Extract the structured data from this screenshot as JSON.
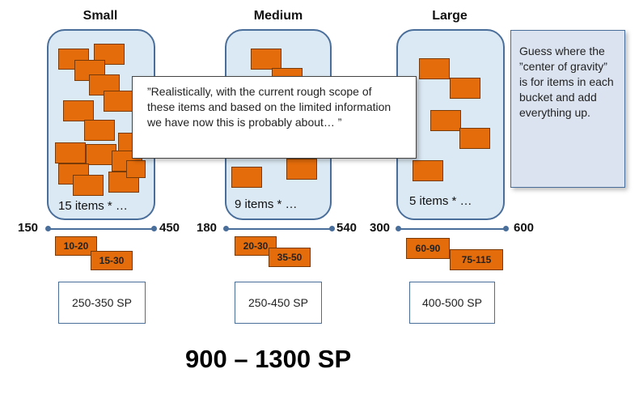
{
  "buckets": [
    {
      "title": "Small",
      "count_text": "15 items * …",
      "axis_min": "150",
      "axis_max": "450",
      "ranges": [
        "10-20",
        "15-30"
      ],
      "sp": "250-350 SP"
    },
    {
      "title": "Medium",
      "count_text": "9 items * …",
      "axis_min": "180",
      "axis_max": "540",
      "ranges": [
        "20-30",
        "35-50"
      ],
      "sp": "250-450 SP"
    },
    {
      "title": "Large",
      "count_text": "5 items * …",
      "axis_min": "300",
      "axis_max": "600",
      "ranges": [
        "60-90",
        "75-115"
      ],
      "sp": "400-500 SP"
    }
  ],
  "callout_text": "”Realistically, with the current rough scope of these items and based on the limited information we have now this is probably about… ”",
  "note_text": "Guess where the ”center of gravity” is for items in each bucket and add everything up.",
  "total": "900 – 1300 SP",
  "colors": {
    "item": "#e46c0a",
    "bucket_fill": "#dbe9f4",
    "bucket_border": "#4a6e9a",
    "note_fill": "#dbe3f0"
  }
}
